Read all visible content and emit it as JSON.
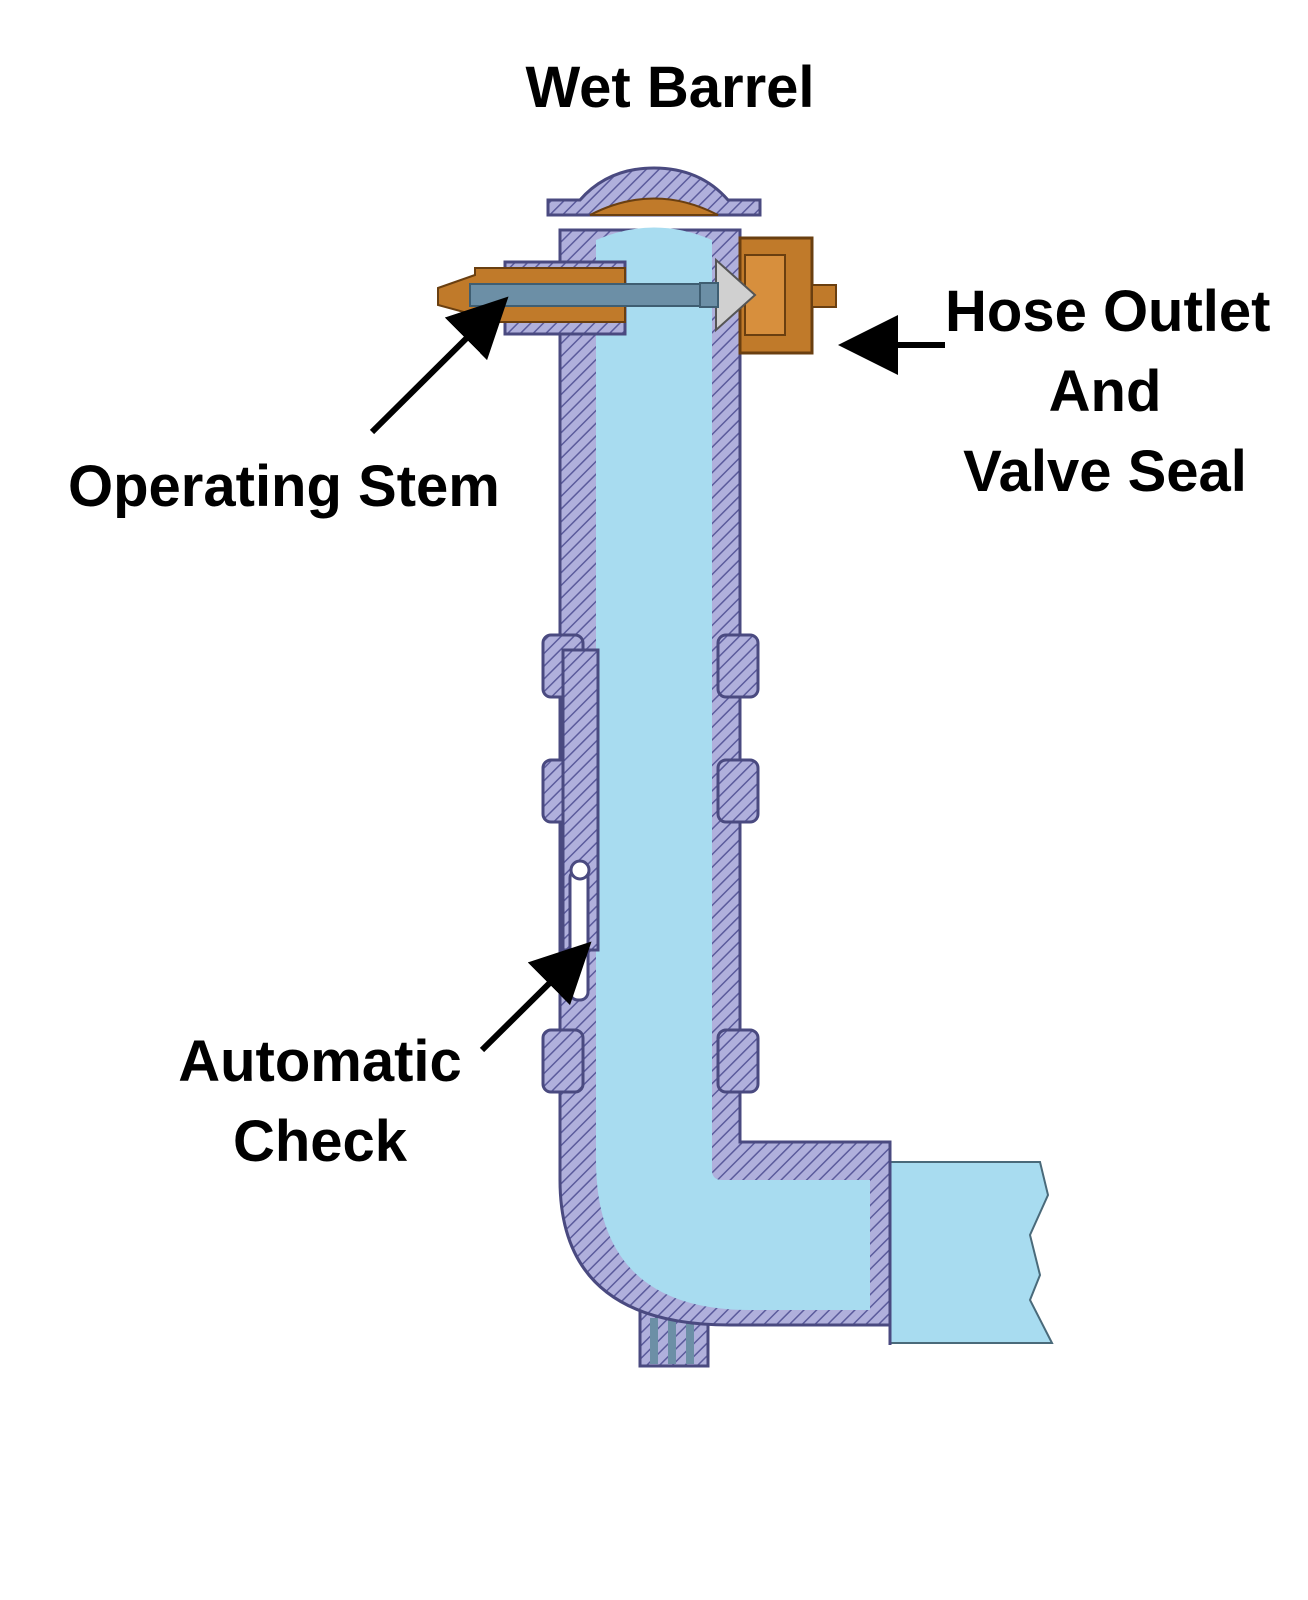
{
  "title": "Wet Barrel",
  "labels": {
    "operating_stem": "Operating Stem",
    "hose_outlet": [
      "Hose Outlet",
      "And",
      "Valve Seal"
    ],
    "automatic_check": [
      "Automatic",
      "Check"
    ]
  },
  "colors": {
    "water": "#a8dcf0",
    "casing": "#b0b0dc",
    "casing_hatch": "#5b5b9c",
    "bronze": "#c07a2a",
    "stem": "#6c8fa6",
    "ink": "#000000"
  }
}
